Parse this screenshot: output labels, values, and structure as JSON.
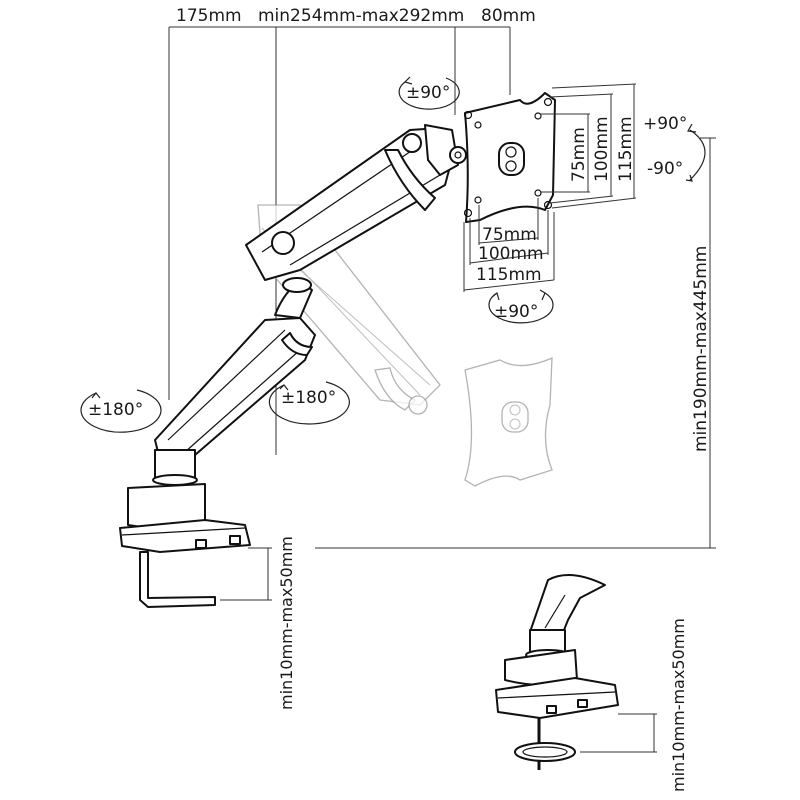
{
  "diagram": {
    "subject": "Monitor arm mount dimension drawing",
    "top_dimensions": {
      "base_offset": "175mm",
      "arm_length": "min254mm-max292mm",
      "head_offset": "80mm"
    },
    "vesa_vertical": [
      "75mm",
      "100mm",
      "115mm"
    ],
    "vesa_horizontal": [
      "75mm",
      "100mm",
      "115mm"
    ],
    "rotations": {
      "head_swivel": "±90°",
      "tilt_up": "+90°",
      "tilt_down": "-90°",
      "rotate": "±90°",
      "base_swivel": "±180°",
      "elbow_swivel": "±180°"
    },
    "height_range": "min190mm-max445mm",
    "clamp_range": "min10mm-max50mm",
    "grommet_range": "min10mm-max50mm"
  }
}
